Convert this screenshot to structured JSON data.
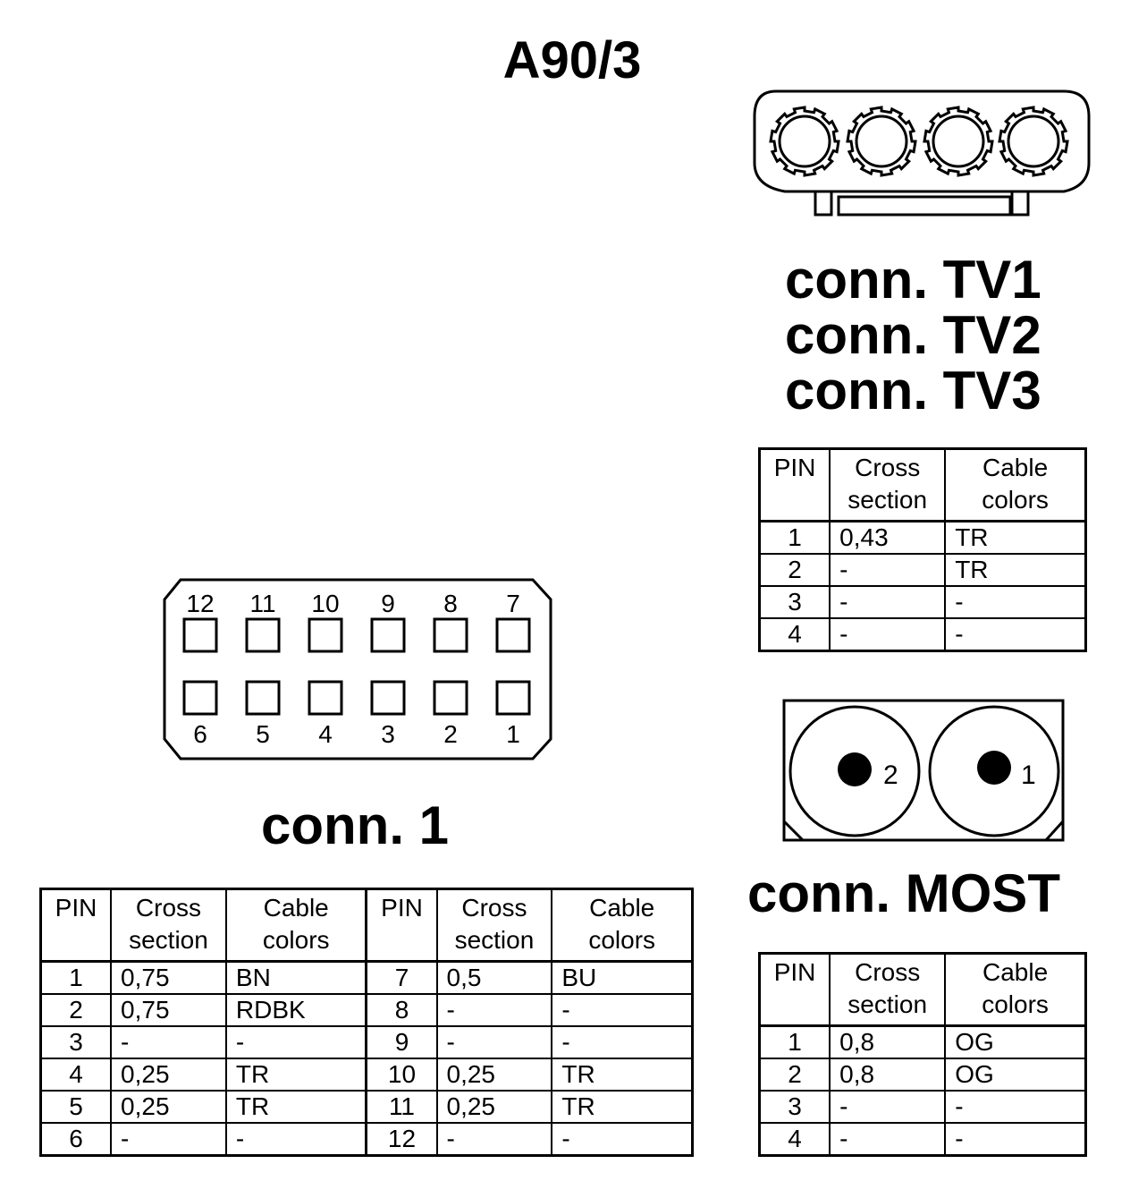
{
  "title": "A90/3",
  "headers": {
    "pin": "PIN",
    "cross_section": "Cross section",
    "cable_colors": "Cable colors"
  },
  "tv": {
    "labels": [
      "conn. TV1",
      "conn. TV2",
      "conn. TV3"
    ],
    "rows": [
      {
        "pin": "1",
        "cross": "0,43",
        "color": "TR"
      },
      {
        "pin": "2",
        "cross": "-",
        "color": "TR"
      },
      {
        "pin": "3",
        "cross": "-",
        "color": "-"
      },
      {
        "pin": "4",
        "cross": "-",
        "color": "-"
      }
    ]
  },
  "conn1": {
    "label": "conn. 1",
    "top_pins": [
      "12",
      "11",
      "10",
      "9",
      "8",
      "7"
    ],
    "bottom_pins": [
      "6",
      "5",
      "4",
      "3",
      "2",
      "1"
    ],
    "rows": [
      {
        "pin": "1",
        "cross": "0,75",
        "color": "BN",
        "pin2": "7",
        "cross2": "0,5",
        "color2": "BU"
      },
      {
        "pin": "2",
        "cross": "0,75",
        "color": "RDBK",
        "pin2": "8",
        "cross2": "-",
        "color2": "-"
      },
      {
        "pin": "3",
        "cross": "-",
        "color": "-",
        "pin2": "9",
        "cross2": "-",
        "color2": "-"
      },
      {
        "pin": "4",
        "cross": "0,25",
        "color": "TR",
        "pin2": "10",
        "cross2": "0,25",
        "color2": "TR"
      },
      {
        "pin": "5",
        "cross": "0,25",
        "color": "TR",
        "pin2": "11",
        "cross2": "0,25",
        "color2": "TR"
      },
      {
        "pin": "6",
        "cross": "-",
        "color": "-",
        "pin2": "12",
        "cross2": "-",
        "color2": "-"
      }
    ]
  },
  "most": {
    "label": "conn. MOST",
    "pin_labels": [
      "2",
      "1"
    ],
    "rows": [
      {
        "pin": "1",
        "cross": "0,8",
        "color": "OG"
      },
      {
        "pin": "2",
        "cross": "0,8",
        "color": "OG"
      },
      {
        "pin": "3",
        "cross": "-",
        "color": "-"
      },
      {
        "pin": "4",
        "cross": "-",
        "color": "-"
      }
    ]
  }
}
